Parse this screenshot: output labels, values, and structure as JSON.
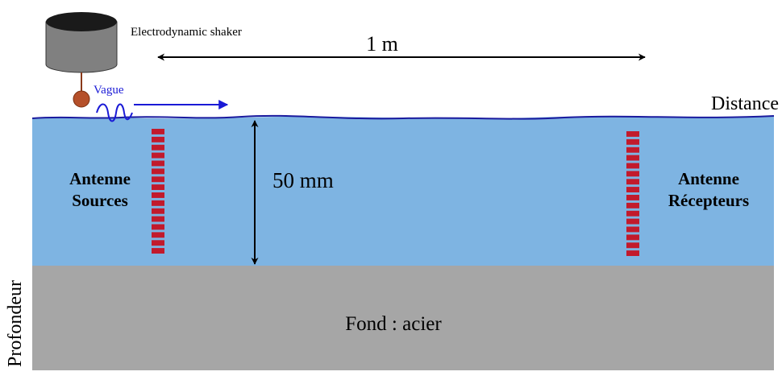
{
  "labels": {
    "shaker": "Electrodynamic shaker",
    "distance_scale": "1 m",
    "wave": "Vague",
    "distance_axis": "Distance",
    "depth_scale": "50 mm",
    "sources_line1": "Antenne",
    "sources_line2": "Sources",
    "receivers_line1": "Antenne",
    "receivers_line2": "Récepteurs",
    "bottom": "Fond :  acier",
    "depth_axis": "Profondeur"
  },
  "antennas": {
    "sources_element_count": 16,
    "receivers_element_count": 16
  },
  "colors": {
    "water": "#7eb4e2",
    "surface_line": "#1a1a9e",
    "seabed": "#a6a6a6",
    "antenna": "#c21a2c",
    "shaker_body": "#808080",
    "shaker_top": "#1a1a1a",
    "probe_ball": "#b5502a",
    "wave": "#1a1ad6",
    "text": "#000000"
  }
}
